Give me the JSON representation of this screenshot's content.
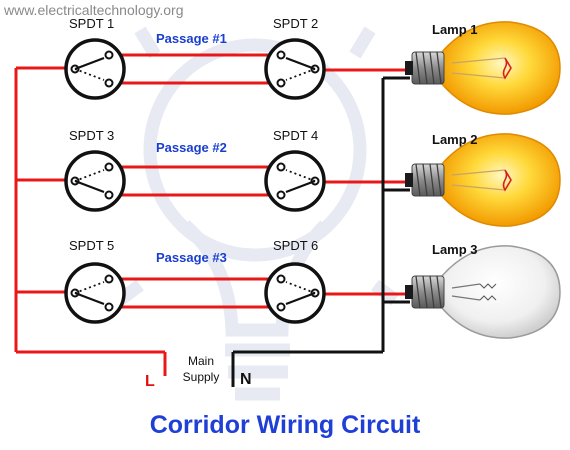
{
  "site_text": "www.electricaltechnology.org",
  "title": "Corridor Wiring Circuit",
  "switches": [
    "SPDT 1",
    "SPDT 2",
    "SPDT 3",
    "SPDT 4",
    "SPDT 5",
    "SPDT 6"
  ],
  "passages": [
    "Passage #1",
    "Passage #2",
    "Passage #3"
  ],
  "lamps": [
    {
      "label": "Lamp 1",
      "state": "on"
    },
    {
      "label": "Lamp 2",
      "state": "on"
    },
    {
      "label": "Lamp 3",
      "state": "off"
    }
  ],
  "supply": {
    "line1": "Main",
    "line2": "Supply",
    "live": "L",
    "neutral": "N"
  },
  "colors": {
    "live_wire": "#e81818",
    "neutral_wire": "#111111",
    "title": "#1f3fd6",
    "passage_text": "#1a3fd0",
    "lamp_on": "#ffb800",
    "lamp_off": "#e6e6e6"
  }
}
